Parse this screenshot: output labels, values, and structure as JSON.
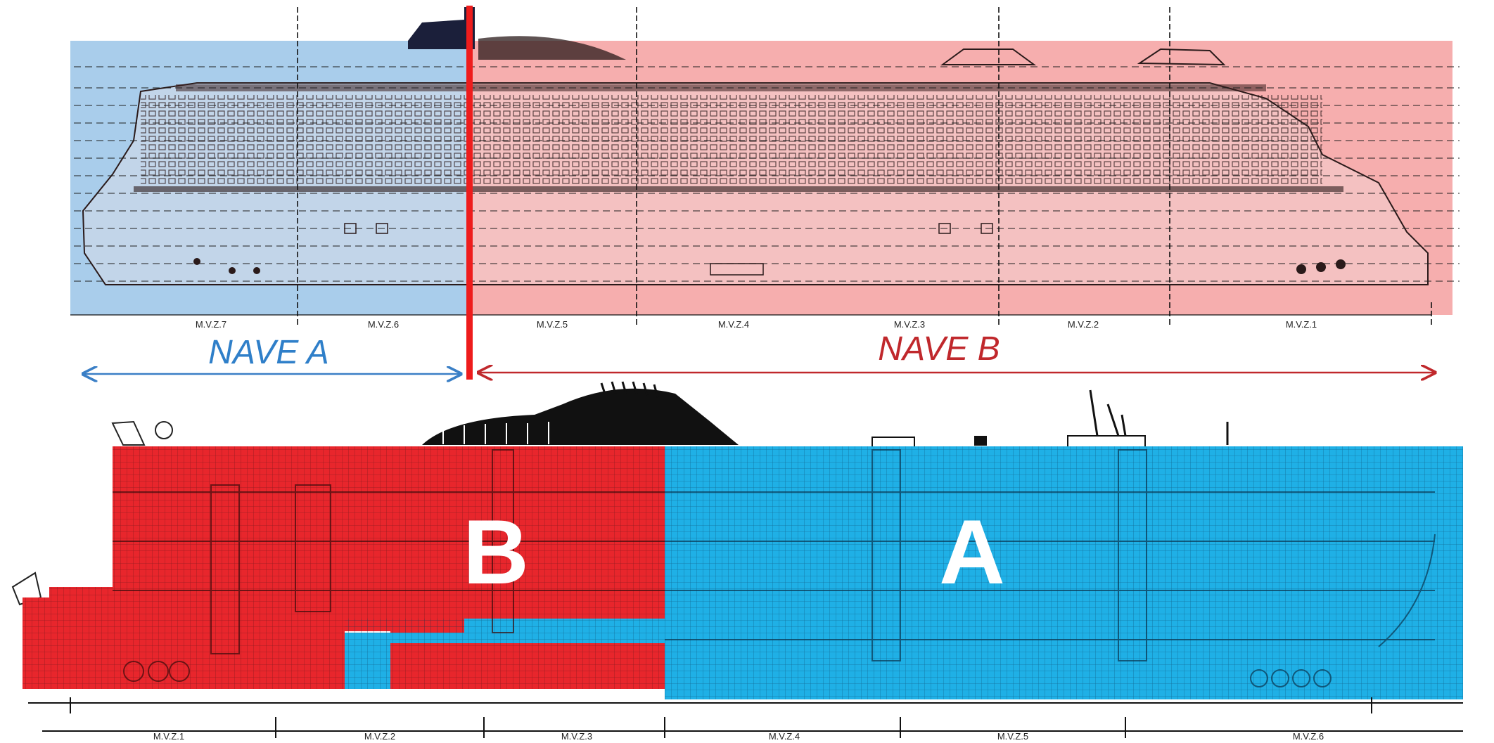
{
  "top_view": {
    "zone_labels": [
      "M.V.Z.7",
      "M.V.Z.6",
      "M.V.Z.5",
      "M.V.Z.4",
      "M.V.Z.3",
      "M.V.Z.2",
      "M.V.Z.1"
    ],
    "nave_a": "NAVE A",
    "nave_b": "NAVE B",
    "colors": {
      "a_fill": "#8fbfe6",
      "b_fill": "#f59b9b",
      "a_arrow": "#3a7fc6",
      "b_arrow": "#c0282c",
      "divider": "#ee1c1c"
    }
  },
  "bottom_view": {
    "block_b": "B",
    "block_a": "A",
    "zone_labels": [
      "M.V.Z.1",
      "M.V.Z.2",
      "M.V.Z.3",
      "M.V.Z.4",
      "M.V.Z.5",
      "M.V.Z.6"
    ],
    "colors": {
      "b_fill": "#e8262c",
      "a_fill": "#1fb0e6"
    }
  }
}
